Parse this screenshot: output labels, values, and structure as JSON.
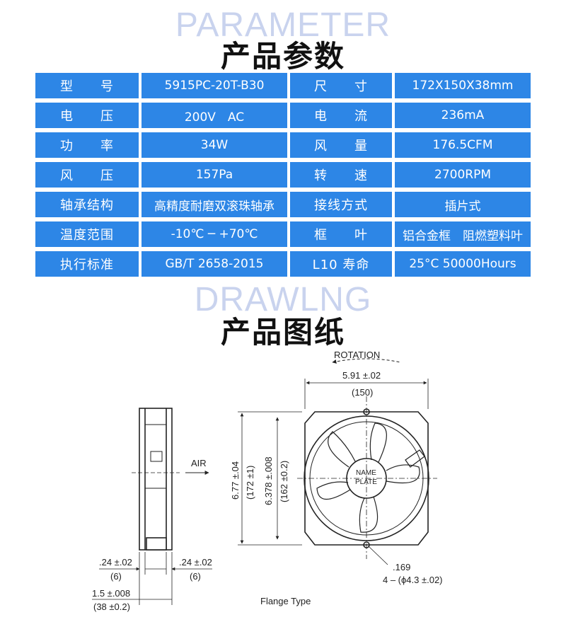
{
  "header": {
    "parameter_ghost": "PARAMETER",
    "parameter_title": "产品参数",
    "drawing_ghost": "DRAWLNG",
    "drawing_title": "产品图纸"
  },
  "spec_table": {
    "rows": [
      [
        {
          "text": "型　　号"
        },
        {
          "text": "5915PC-20T-B30"
        },
        {
          "text": "尺　　寸"
        },
        {
          "text": "172X150X38mm"
        }
      ],
      [
        {
          "text": "电　　压"
        },
        {
          "text": "200V　AC"
        },
        {
          "text": "电　　流"
        },
        {
          "text": "236mA"
        }
      ],
      [
        {
          "text": "功　　率"
        },
        {
          "text": "34W"
        },
        {
          "text": "风　　量"
        },
        {
          "text": "176.5CFM"
        }
      ],
      [
        {
          "text": "风　　压"
        },
        {
          "text": "157Pa"
        },
        {
          "text": "转　　速"
        },
        {
          "text": "2700RPM"
        }
      ],
      [
        {
          "text": "轴承结构"
        },
        {
          "text": "高精度耐磨双滚珠轴承"
        },
        {
          "text": "接线方式"
        },
        {
          "text": "插片式"
        }
      ],
      [
        {
          "text": "温度范围"
        },
        {
          "text": "-10℃ ─ +70℃"
        },
        {
          "text": "框　　叶"
        },
        {
          "text": "铝合金框　阻燃塑料叶"
        }
      ],
      [
        {
          "text": "执行标准"
        },
        {
          "text": "GB/T 2658-2015"
        },
        {
          "text": "L10 寿命"
        },
        {
          "text": "25°C  50000Hours"
        }
      ]
    ]
  },
  "drawing": {
    "rotation_label": "ROTATION",
    "air_label": "AIR",
    "width_in": "5.91 ±.02",
    "width_mm": "(150)",
    "height_in": "6.77 ±.04",
    "height_mm": "(172 ±1)",
    "inner_height_in": "6.378 ±.008",
    "inner_height_mm": "(162 ±0.2)",
    "nameplate_line1": "NAME",
    "nameplate_line2": "PLATE",
    "flange_left_in": ".24 ±.02",
    "flange_left_mm": "(6)",
    "flange_right_in": ".24 ±.02",
    "flange_right_mm": "(6)",
    "depth_in": "1.5 ±.008",
    "depth_mm": "(38 ±0.2)",
    "hole_in": ".169",
    "hole_desc": "4 – (ϕ4.3 ±.02)",
    "flange_type": "Flange Type"
  }
}
